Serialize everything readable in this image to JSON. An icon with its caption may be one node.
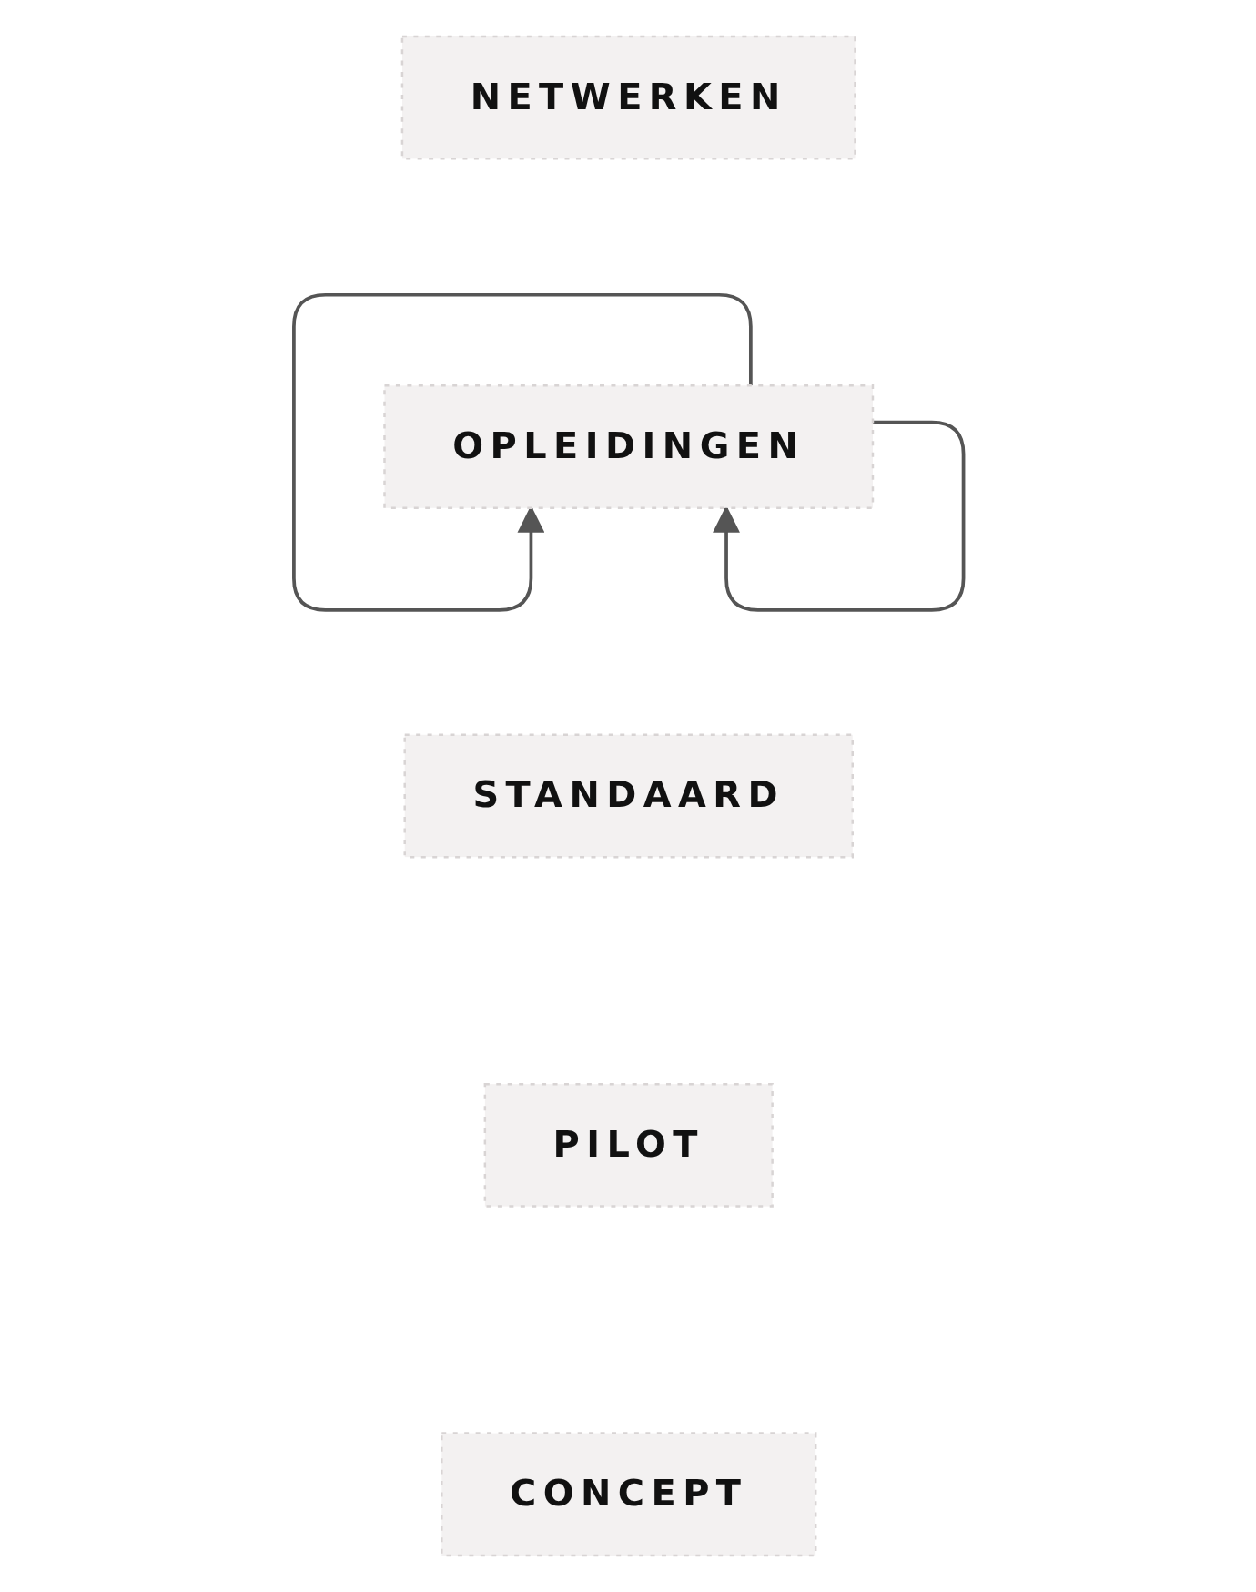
{
  "diagram": {
    "nodes": [
      {
        "text": [
          "NETWERKEN"
        ]
      },
      {
        "text": [
          "OPLEIDINGEN"
        ]
      },
      {
        "text": [
          "STANDAARD"
        ]
      },
      {
        "text": [
          "PILOT"
        ]
      },
      {
        "text": [
          "CONCEPT"
        ]
      }
    ],
    "edges": [
      {
        "from": 1,
        "to": 1,
        "arrow": "to"
      },
      {
        "from": 1,
        "to": 1,
        "arrow": "to"
      }
    ]
  }
}
